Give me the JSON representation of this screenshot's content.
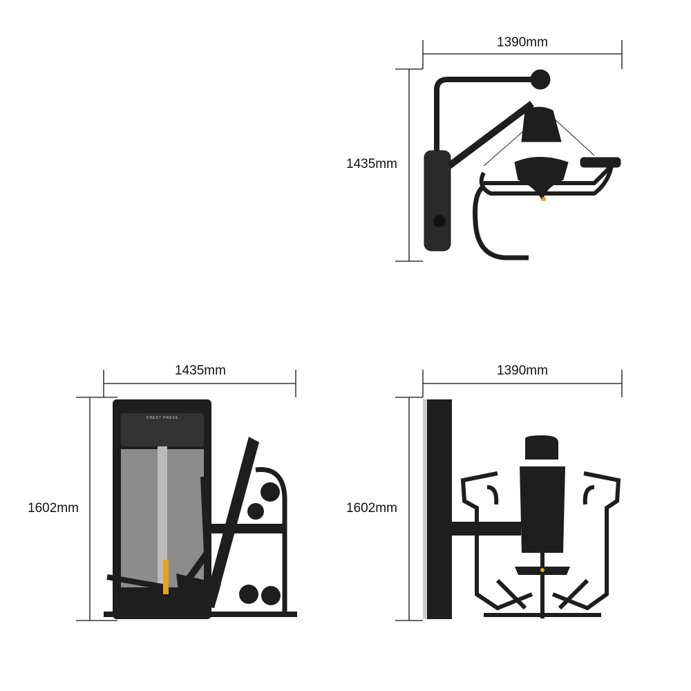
{
  "top_view": {
    "width_label": "1390mm",
    "depth_label": "1435mm"
  },
  "side_view": {
    "depth_label": "1435mm",
    "height_label": "1602mm",
    "plaque_text": "CHEST PRESS"
  },
  "front_view": {
    "width_label": "1390mm",
    "height_label": "1602mm"
  },
  "colors": {
    "frame": "#1e1e1e",
    "shroud_panel": "#8c8c8c",
    "accent": "#e8a020",
    "dimension_line": "#111111"
  }
}
